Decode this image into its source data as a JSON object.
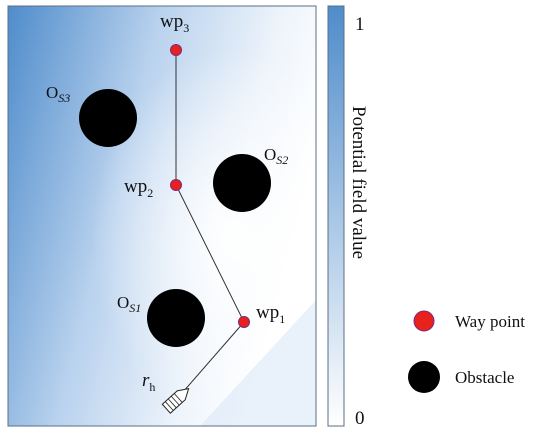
{
  "waypoints": {
    "wp1": {
      "base": "wp",
      "sub": "1"
    },
    "wp2": {
      "base": "wp",
      "sub": "2"
    },
    "wp3": {
      "base": "wp",
      "sub": "3"
    }
  },
  "obstacles": {
    "os1": {
      "base": "O",
      "sub": "S1"
    },
    "os2": {
      "base": "O",
      "sub": "S2"
    },
    "os3": {
      "base": "O",
      "sub": "S3"
    }
  },
  "ship": {
    "base": "r",
    "sub": "h"
  },
  "colorbar": {
    "max": "1",
    "min": "0",
    "title": "Potential field value"
  },
  "legend": {
    "waypoint_label": "Way point",
    "obstacle_label": "Obstacle"
  },
  "colors": {
    "waypoint_fill": "#e8211c",
    "obstacle_fill": "#000000",
    "field_high": "#4f8ccb",
    "field_low": "#ffffff"
  }
}
